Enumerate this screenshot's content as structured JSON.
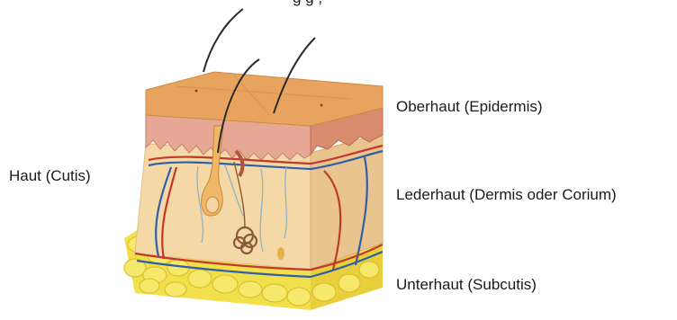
{
  "top_text": "g g ,",
  "labels": {
    "cutis": "Haut (Cutis)",
    "epidermis": "Oberhaut (Epidermis)",
    "dermis": "Lederhaut (Dermis oder Corium)",
    "subcutis": "Unterhaut (Subcutis)"
  },
  "colors": {
    "epidermis_top": "#e8a45f",
    "epidermis_band": "#d98b6d",
    "dermis": "#f4d9a6",
    "dermis_side": "#e9c48f",
    "fat": "#f1df4b",
    "artery": "#c0392b",
    "vein": "#2f5fa8",
    "hair": "#2b2b2b",
    "follicle": "#f0b768"
  }
}
